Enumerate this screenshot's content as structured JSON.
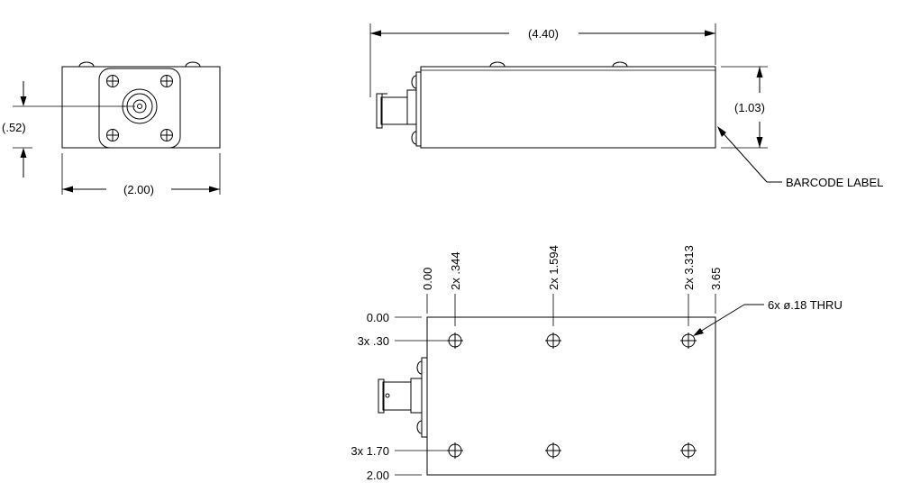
{
  "front_view": {
    "dim_height": "(.52)",
    "dim_width": "(2.00)"
  },
  "side_view": {
    "dim_length": "(4.40)",
    "dim_height": "(1.03)",
    "barcode_label": "BARCODE LABEL"
  },
  "bottom_view": {
    "x_coords": [
      {
        "label": "0.00"
      },
      {
        "label": "2x  .344"
      },
      {
        "label": "2x  1.594"
      },
      {
        "label": "2x  3.313"
      },
      {
        "label": "3.65"
      }
    ],
    "y_coords": [
      {
        "label": "0.00"
      },
      {
        "label": "3x  .30"
      },
      {
        "label": "3x  1.70"
      },
      {
        "label": "2.00"
      }
    ],
    "hole_callout": "6x  ø.18  THRU"
  }
}
